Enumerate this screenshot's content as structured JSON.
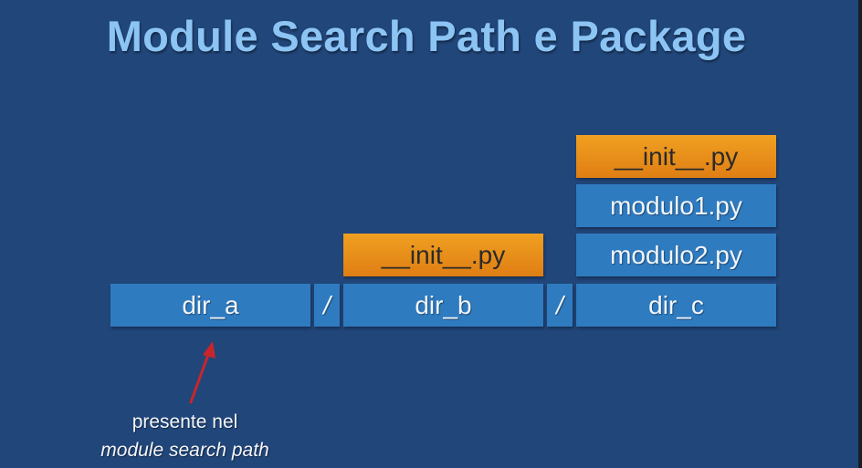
{
  "slide": {
    "title": "Module Search Path e Package",
    "colors": {
      "background": "#21467a",
      "title": "#8cc4f4",
      "directory_box": "#2f7bc0",
      "init_box": "#e88f1a",
      "arrow": "#c8262a"
    }
  },
  "path": {
    "dir_a": "dir_a",
    "sep1": "/",
    "dir_b": "dir_b",
    "sep2": "/",
    "dir_c": "dir_c"
  },
  "dir_b_files": {
    "init": "__init__.py"
  },
  "dir_c_files": {
    "init": "__init__.py",
    "modulo1": "modulo1.py",
    "modulo2": "modulo2.py"
  },
  "annotation": {
    "line1": "presente nel",
    "line2": "module search path"
  }
}
